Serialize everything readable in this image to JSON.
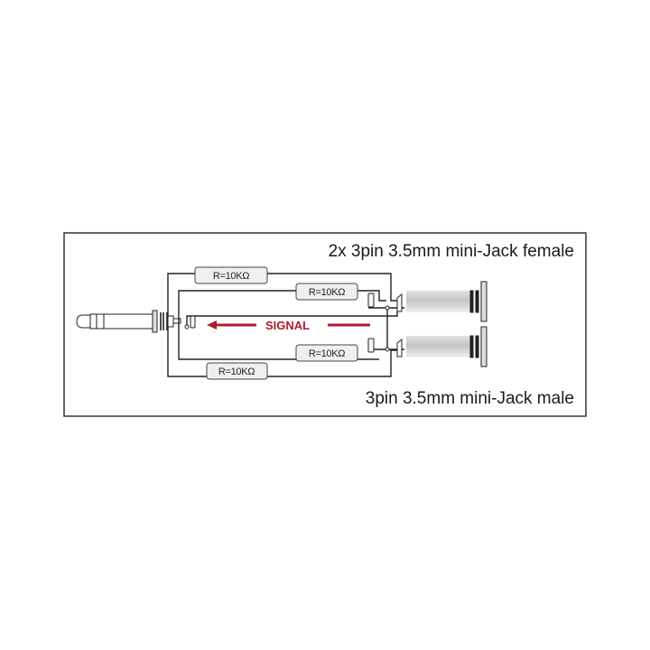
{
  "diagram": {
    "title_top": "2x 3pin 3.5mm mini-Jack female",
    "title_bottom": "3pin 3.5mm mini-Jack male",
    "signal_label": "SIGNAL",
    "resistors": [
      {
        "label": "R=10KΩ",
        "value": "10K",
        "unit": "Ω",
        "position": "outer-top"
      },
      {
        "label": "R=10KΩ",
        "value": "10K",
        "unit": "Ω",
        "position": "inner-top"
      },
      {
        "label": "R=10KΩ",
        "value": "10K",
        "unit": "Ω",
        "position": "inner-bottom"
      },
      {
        "label": "R=10KΩ",
        "value": "10K",
        "unit": "Ω",
        "position": "outer-bottom"
      }
    ],
    "connectors": {
      "male": {
        "name": "3pin 3.5mm mini-Jack male",
        "count": 1,
        "side": "left"
      },
      "female": {
        "name": "3pin 3.5mm mini-Jack female",
        "count": 2,
        "side": "right"
      }
    },
    "colors": {
      "signal": "#b01c2e",
      "wire": "#222222",
      "frame": "#333333",
      "resistor_fill": "#efefef"
    }
  }
}
